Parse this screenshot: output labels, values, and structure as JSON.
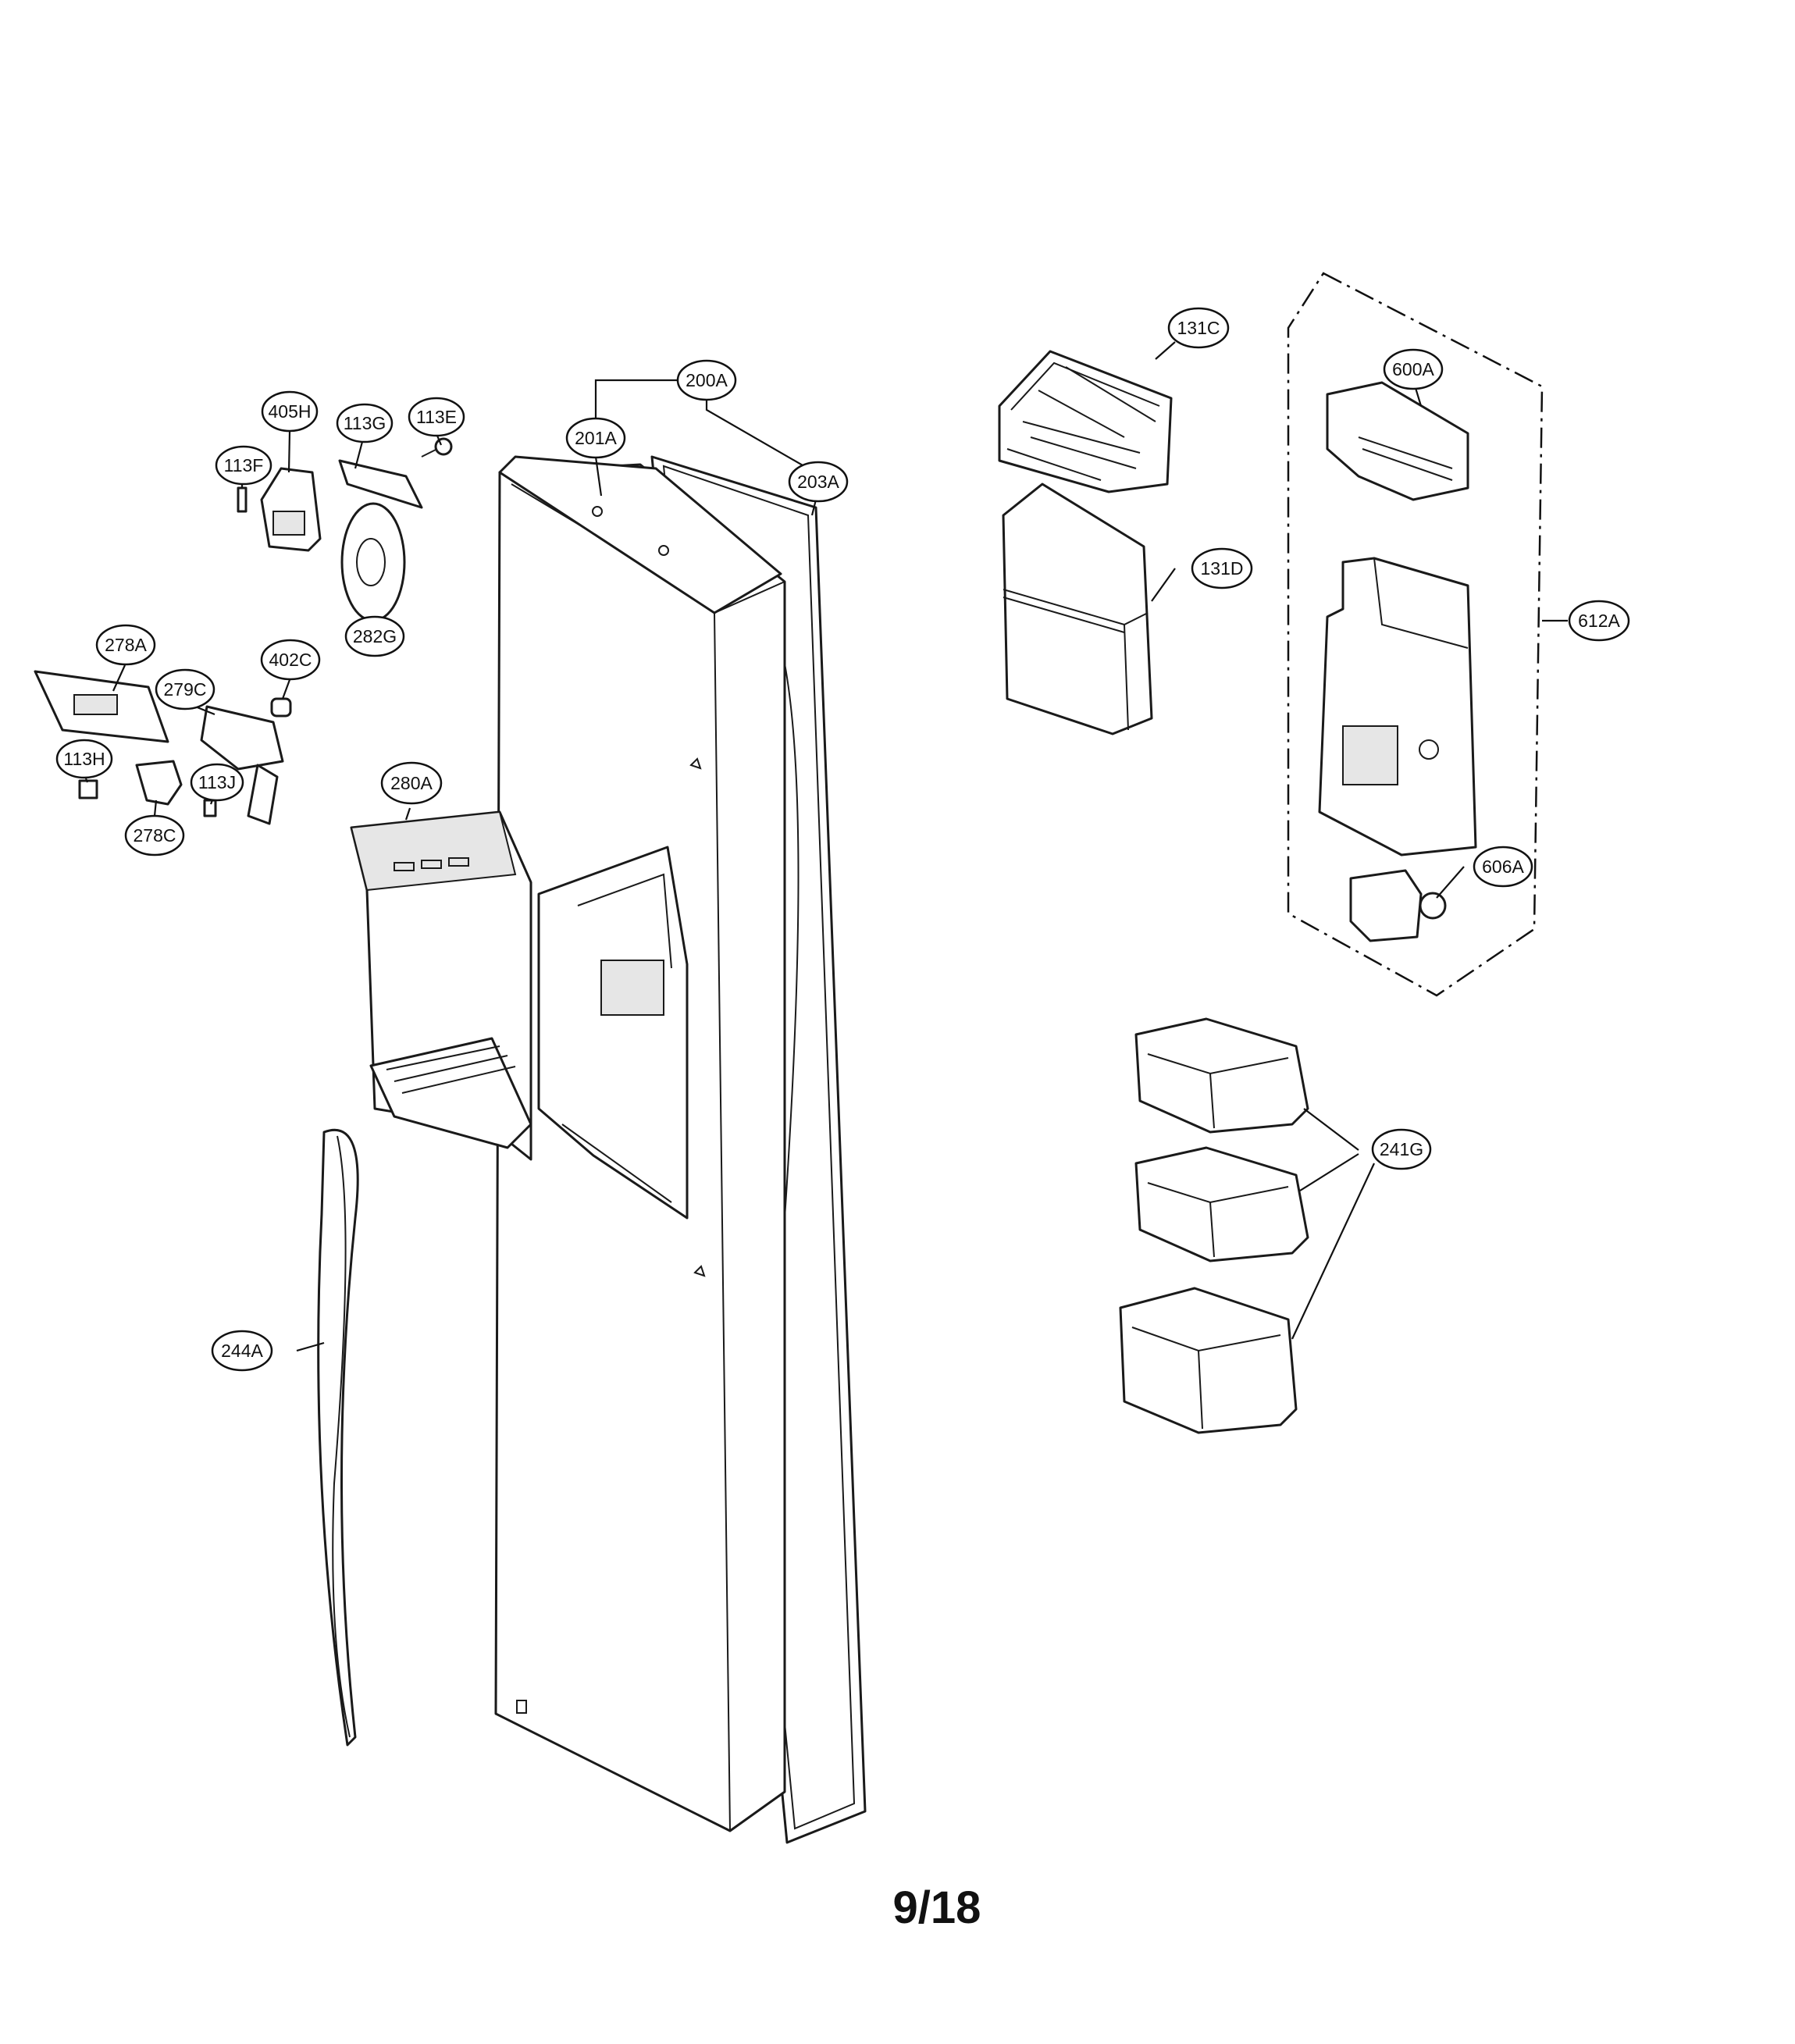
{
  "callouts": [
    {
      "id": "405H",
      "label": "405H"
    },
    {
      "id": "113G",
      "label": "113G"
    },
    {
      "id": "113E",
      "label": "113E"
    },
    {
      "id": "113F",
      "label": "113F"
    },
    {
      "id": "200A",
      "label": "200A"
    },
    {
      "id": "201A",
      "label": "201A"
    },
    {
      "id": "203A",
      "label": "203A"
    },
    {
      "id": "282G",
      "label": "282G"
    },
    {
      "id": "278A",
      "label": "278A"
    },
    {
      "id": "279C",
      "label": "279C"
    },
    {
      "id": "402C",
      "label": "402C"
    },
    {
      "id": "113H",
      "label": "113H"
    },
    {
      "id": "113J",
      "label": "113J"
    },
    {
      "id": "278C",
      "label": "278C"
    },
    {
      "id": "280A",
      "label": "280A"
    },
    {
      "id": "244A",
      "label": "244A"
    },
    {
      "id": "131C",
      "label": "131C"
    },
    {
      "id": "131D",
      "label": "131D"
    },
    {
      "id": "600A",
      "label": "600A"
    },
    {
      "id": "612A",
      "label": "612A"
    },
    {
      "id": "606A",
      "label": "606A"
    },
    {
      "id": "241G",
      "label": "241G"
    }
  ],
  "page_number": "9/18",
  "colors": {
    "line": "#1a1a1a",
    "background": "#ffffff"
  }
}
